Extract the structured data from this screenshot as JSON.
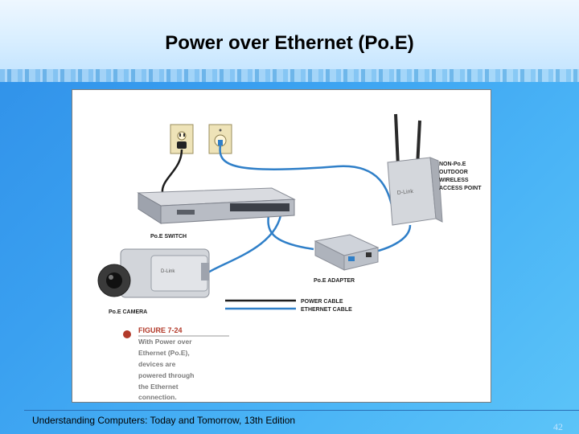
{
  "slide": {
    "title": "Power over Ethernet (Po.E)",
    "footer": "Understanding Computers: Today and Tomorrow, 13th Edition",
    "page_number": "42"
  },
  "figure": {
    "labels": {
      "switch": "Po.E SWITCH",
      "camera": "Po.E CAMERA",
      "adapter": "Po.E ADAPTER",
      "access_point": [
        "NON-Po.E",
        "OUTDOOR",
        "WIRELESS",
        "ACCESS POINT"
      ],
      "ap_brand": "D-Link",
      "camera_brand": "D-Link"
    },
    "legend": {
      "power_cable": "POWER CABLE",
      "ethernet_cable": "ETHERNET CABLE"
    },
    "caption": {
      "number": "FIGURE 7-24",
      "lines": [
        "With Power over",
        "Ethernet (Po.E),",
        "devices are",
        "powered through",
        "the Ethernet",
        "connection."
      ]
    },
    "colors": {
      "power_cable": "#1d1d1d",
      "ethernet_cable": "#2f7fc8",
      "caption_number": "#b23a2a",
      "caption_text": "#7a7a7a"
    }
  }
}
